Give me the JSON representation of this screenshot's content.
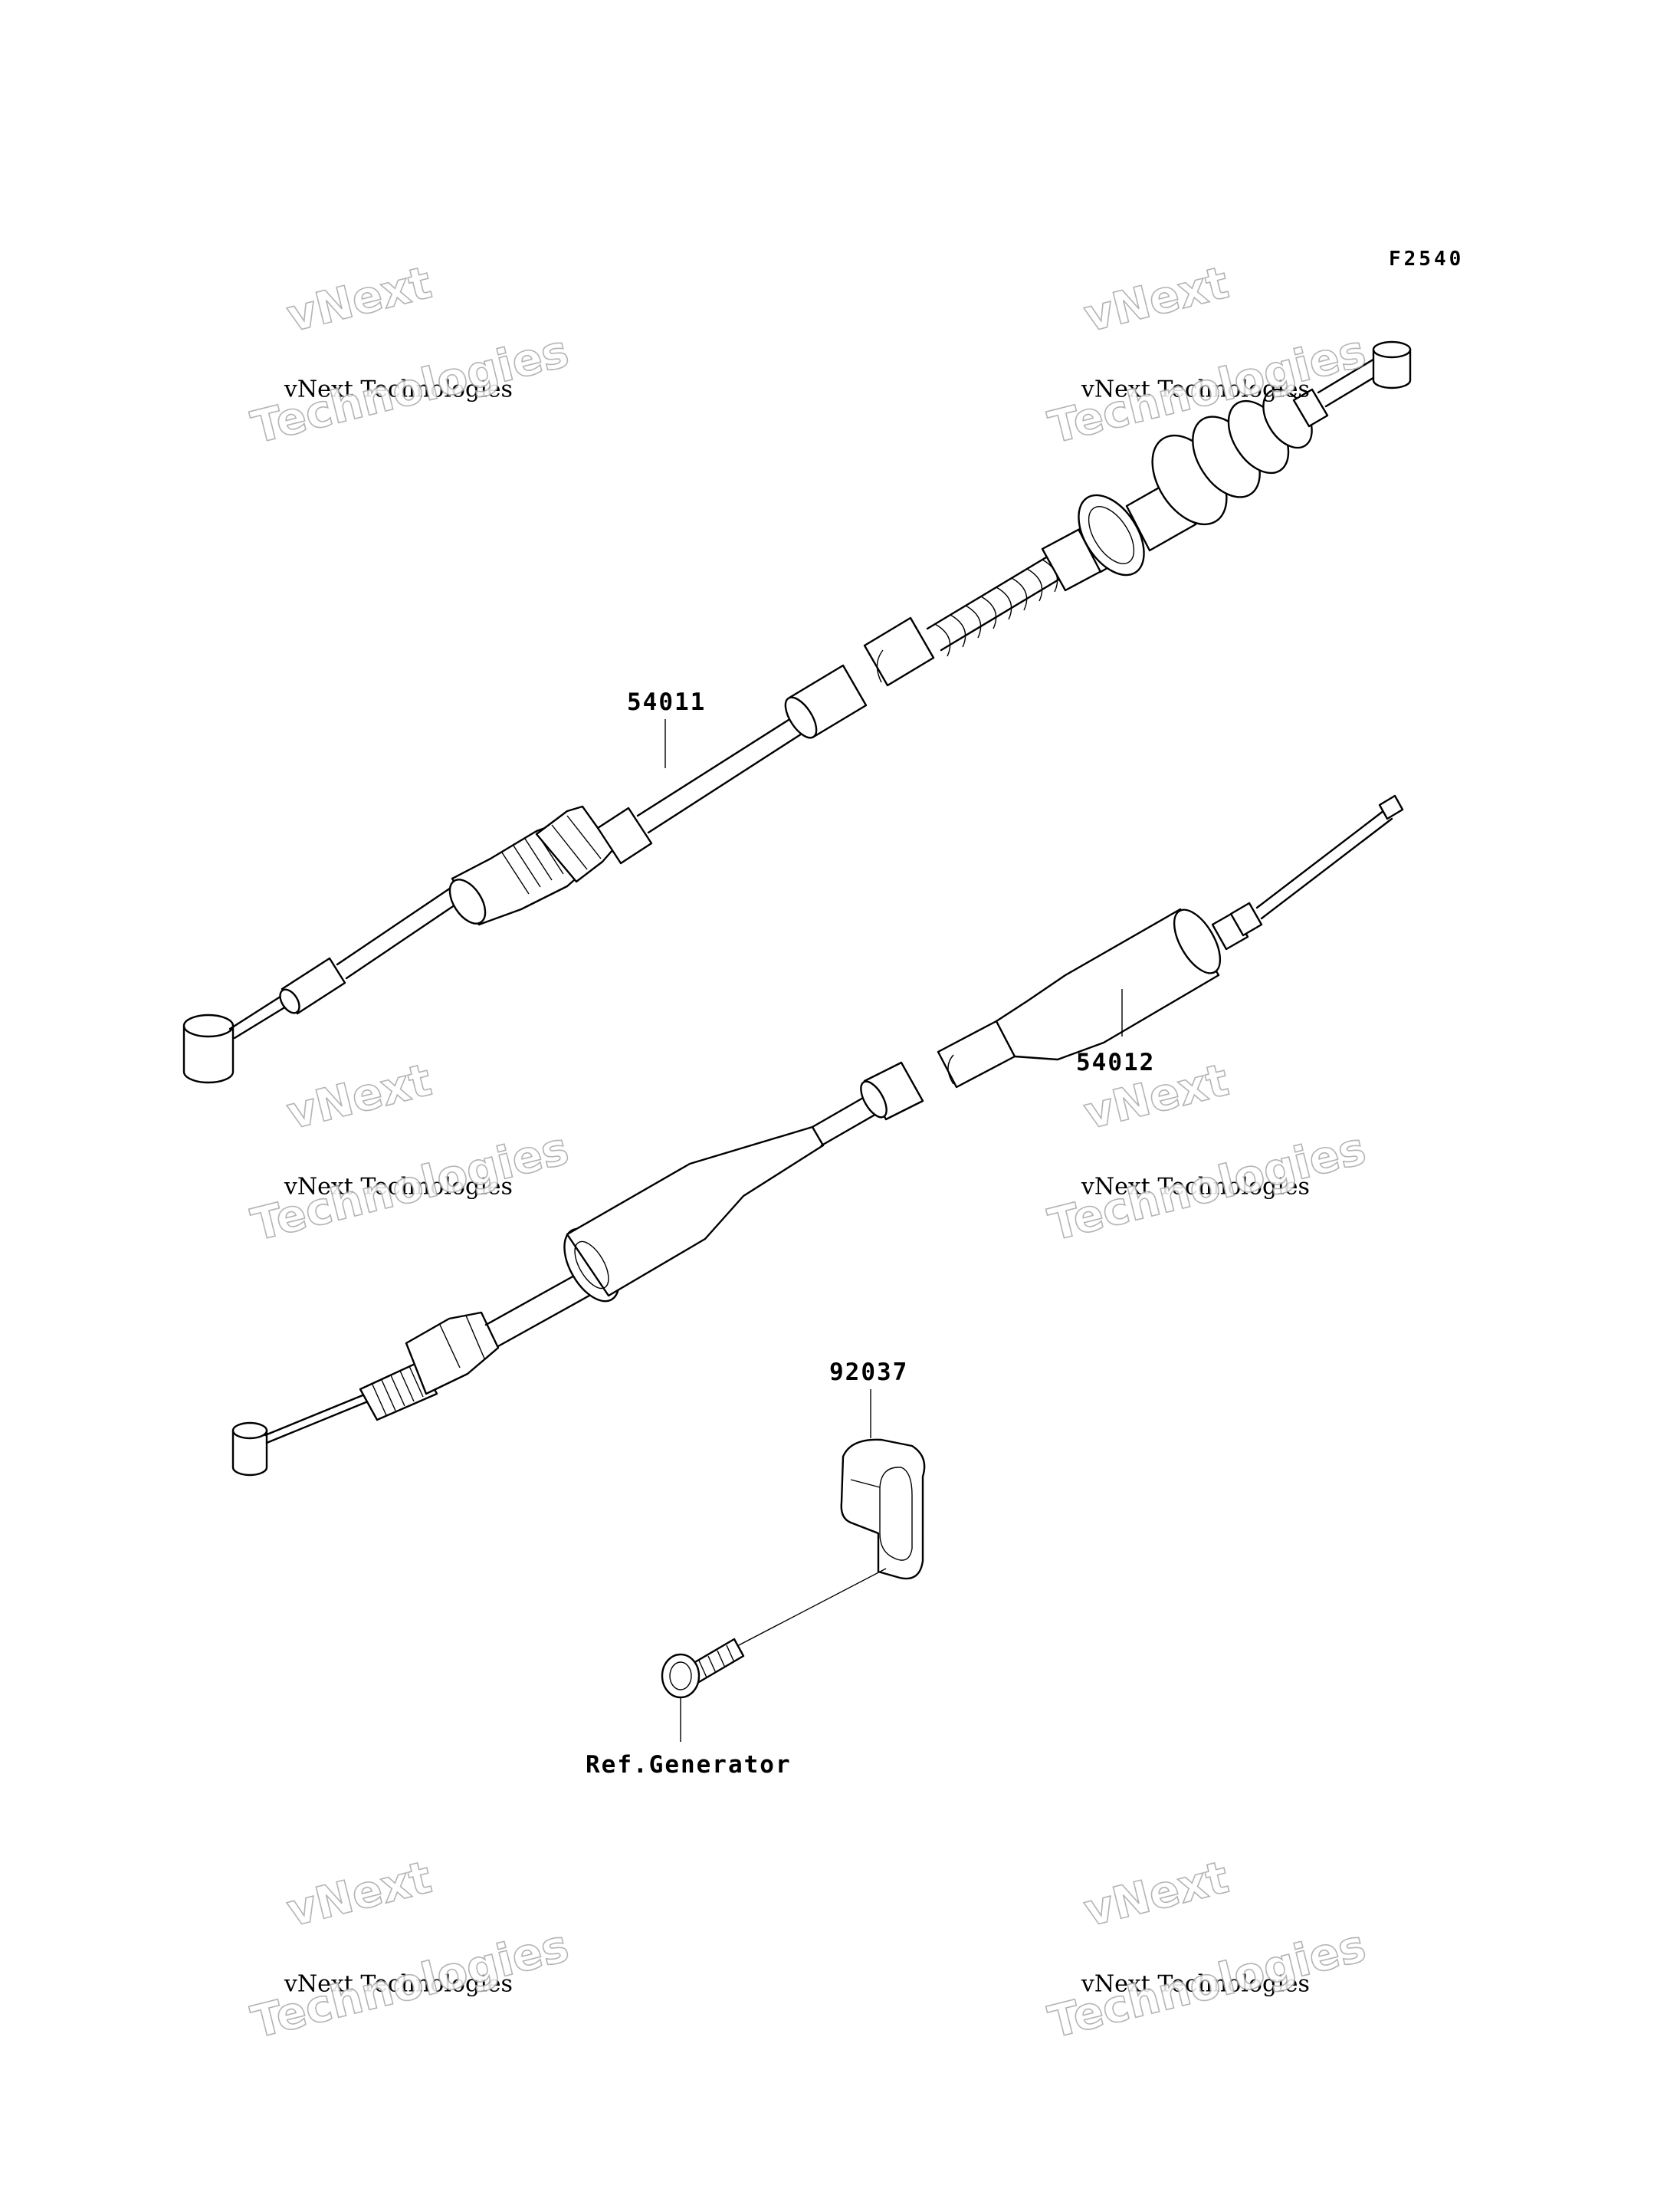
{
  "figure_code": "F2540",
  "callouts": {
    "clutch_cable": "54011",
    "throttle_cable": "54012",
    "clamp": "92037",
    "bolt_ref": "Ref.Generator"
  },
  "watermark": {
    "line1": "vNext",
    "line2": "vNext Technologies",
    "line3": "Technologies"
  }
}
